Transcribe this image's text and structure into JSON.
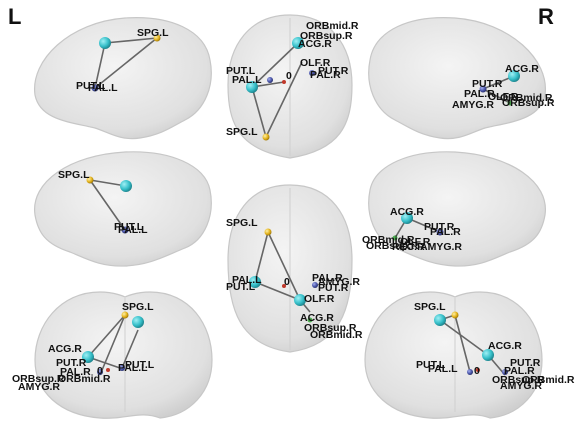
{
  "corners": {
    "left": "L",
    "right": "R"
  },
  "colors": {
    "brain_fill": "#e3e3e3",
    "brain_edge": "#c9c9c9",
    "edge_line": "#666666",
    "acg_node": "#36bfc9",
    "spg_node": "#e3b21c",
    "put_node": "#4a55a8",
    "red_node": "#c0392b",
    "green_node": "#4caf50",
    "label": "#111111"
  },
  "views": {
    "left_lateral": {
      "labels": [
        "SPG.L",
        "PUT.L",
        "PAL.L"
      ]
    },
    "top_axial": {
      "labels": [
        "ORBmid.R",
        "ORBsup.R",
        "ACG.R",
        "OLF.R",
        "PUT.R",
        "PAL.R",
        "PUT.L",
        "PAL.L",
        "0",
        "SPG.L"
      ]
    },
    "right_lateral": {
      "labels": [
        "ACG.R",
        "PUT.R",
        "PAL.R",
        "AMYG.R",
        "OLF.R",
        "ORBmid.R",
        "ORBsup.R"
      ]
    },
    "left_medial": {
      "labels": [
        "SPG.L",
        "PUT.L",
        "PAL.L"
      ]
    },
    "bottom_axial": {
      "labels": [
        "SPG.L",
        "PUT.L",
        "PAL.L",
        "0",
        "PAL.R",
        "AMYG.R",
        "PUT.R",
        "OLF.R",
        "ACG.R",
        "ORBsup.R",
        "ORBmid.R"
      ]
    },
    "right_medial": {
      "labels": [
        "ACG.R",
        "PUT.R",
        "PAL.R",
        "ORBmid.R",
        "OLF.R",
        "ORBsup.R",
        "REC.R",
        "AMYG.R"
      ]
    },
    "front_coronal": {
      "labels": [
        "SPG.L",
        "ACG.R",
        "PUT.R",
        "PAL.R",
        "0",
        "PUT.L",
        "PAL.L",
        "ORBsup.R",
        "ORBmid.R",
        "AMYG.R"
      ]
    },
    "back_coronal": {
      "labels": [
        "SPG.L",
        "ACG.R",
        "PUT.L",
        "PAL.L",
        "PUT.R",
        "PAL.R",
        "0",
        "ORBsup.R",
        "ORBmid.R",
        "AMYG.R"
      ]
    }
  }
}
